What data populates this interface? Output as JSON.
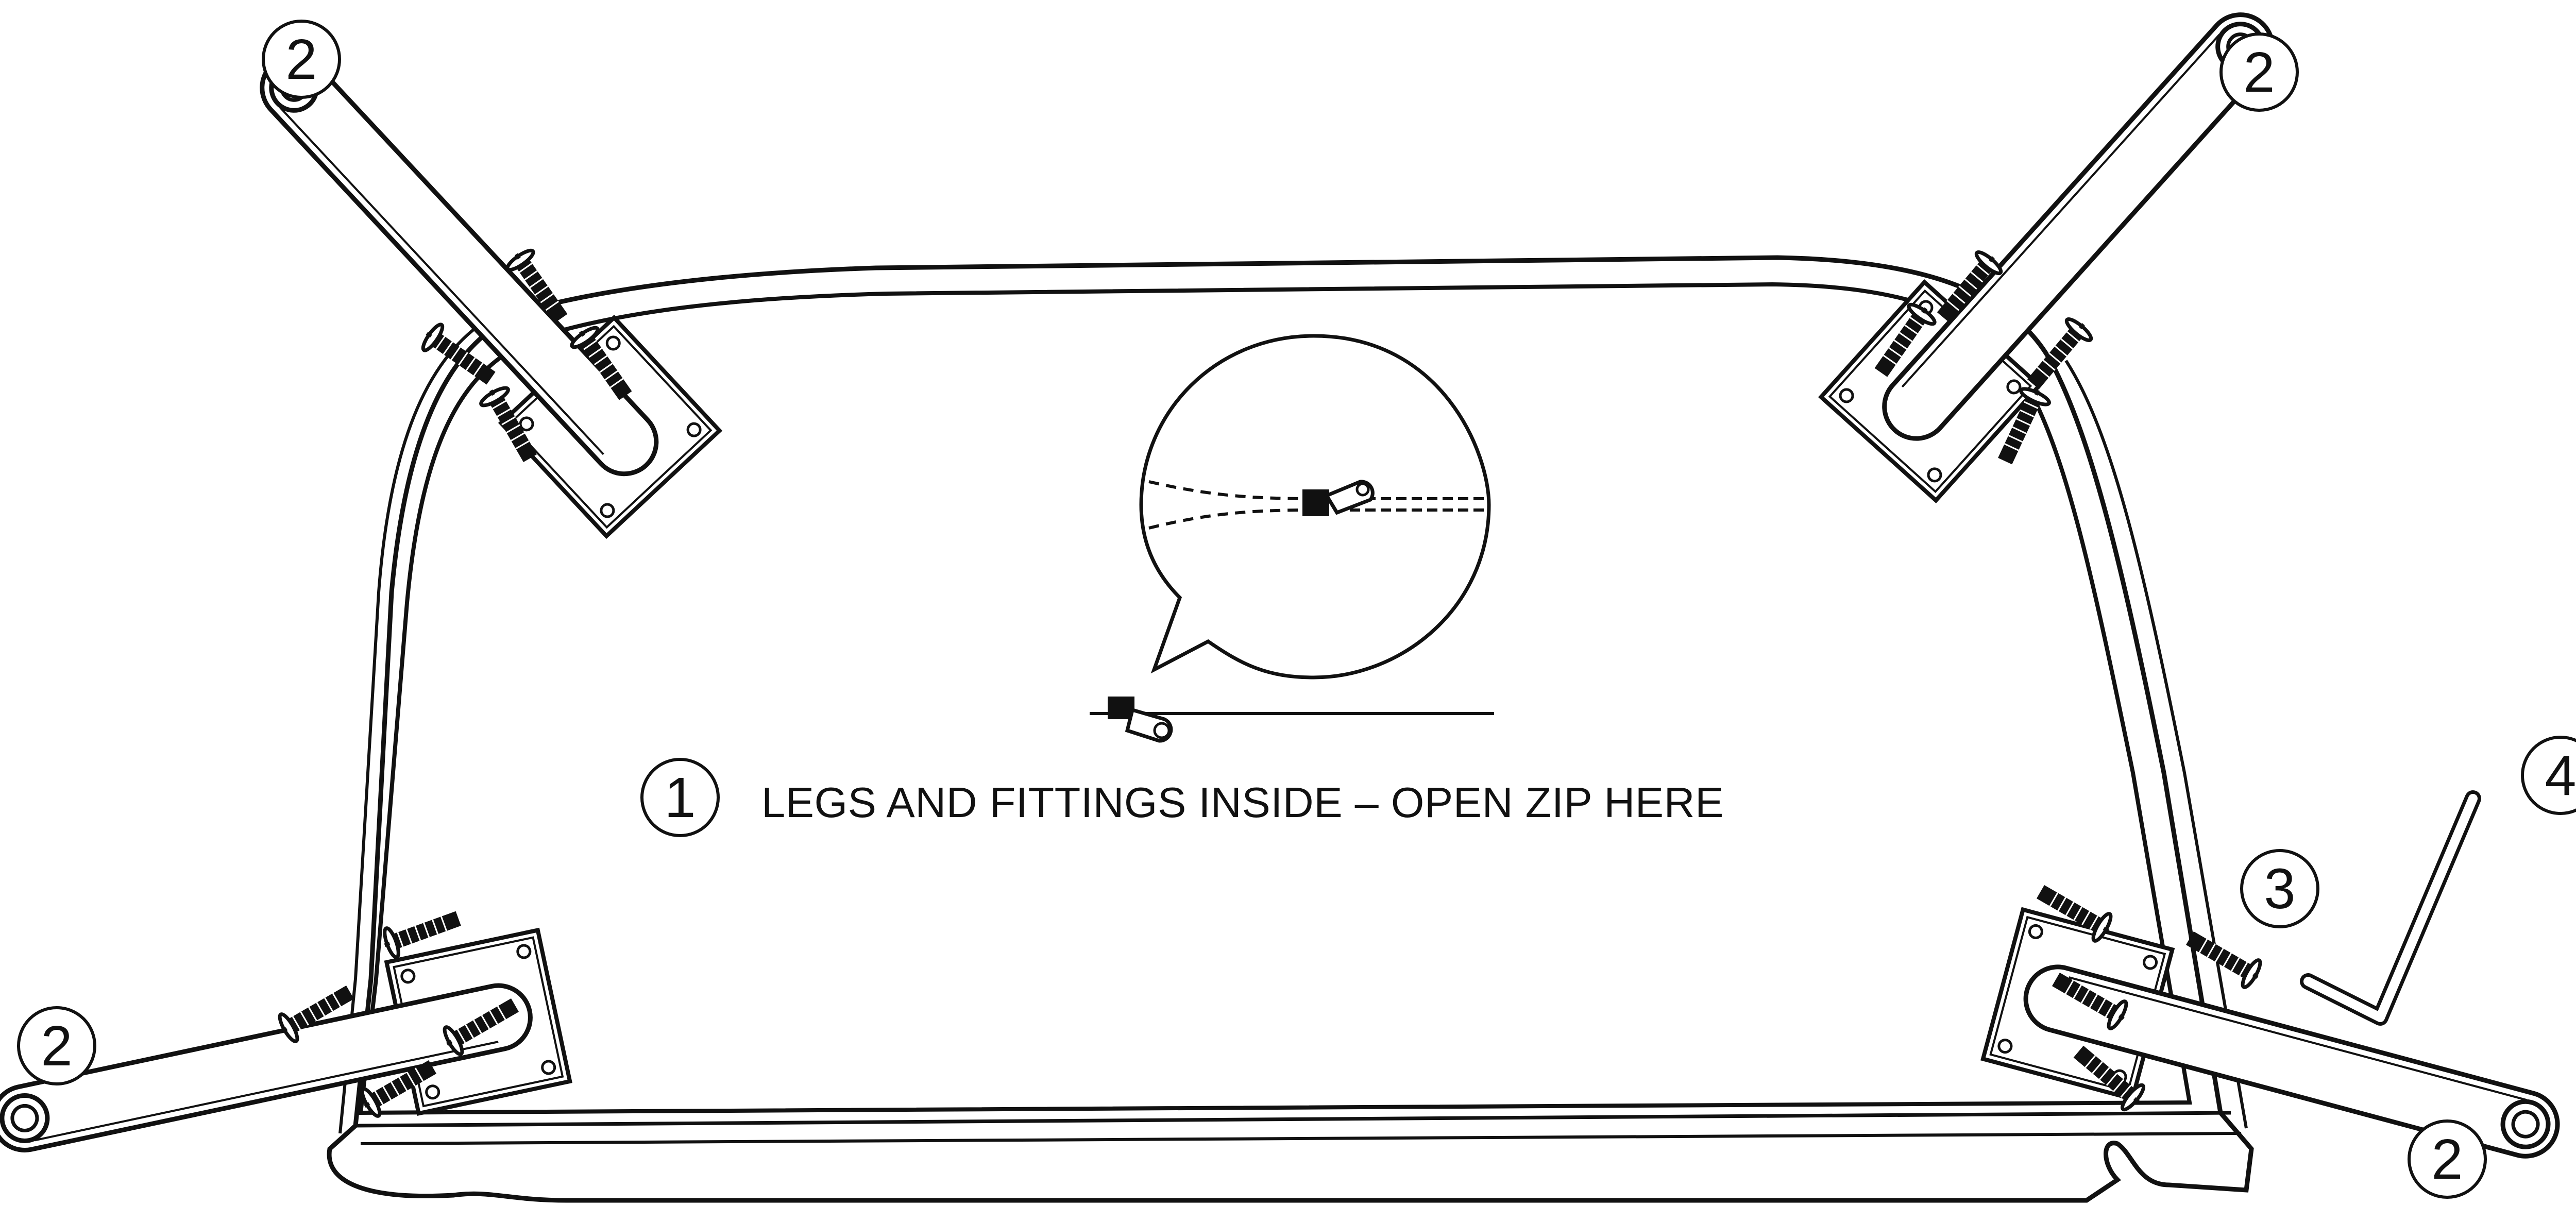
{
  "diagram": {
    "callout_main_number": "1",
    "caption": "LEGS AND FITTINGS INSIDE – OPEN ZIP HERE",
    "callouts": {
      "leg_top_left": "2",
      "leg_top_right": "2",
      "leg_bottom_left": "2",
      "leg_bottom_right": "2",
      "bolt": "3",
      "allen_key": "4"
    },
    "components": {
      "mattress_base": "sofa-base-frame",
      "zip_detail": "zip-magnifier-callout",
      "leg": "leg-with-mounting-plate",
      "bolt": "bolt",
      "allen_key": "allen-key"
    },
    "colors": {
      "line": "#111111",
      "background": "#ffffff"
    }
  }
}
